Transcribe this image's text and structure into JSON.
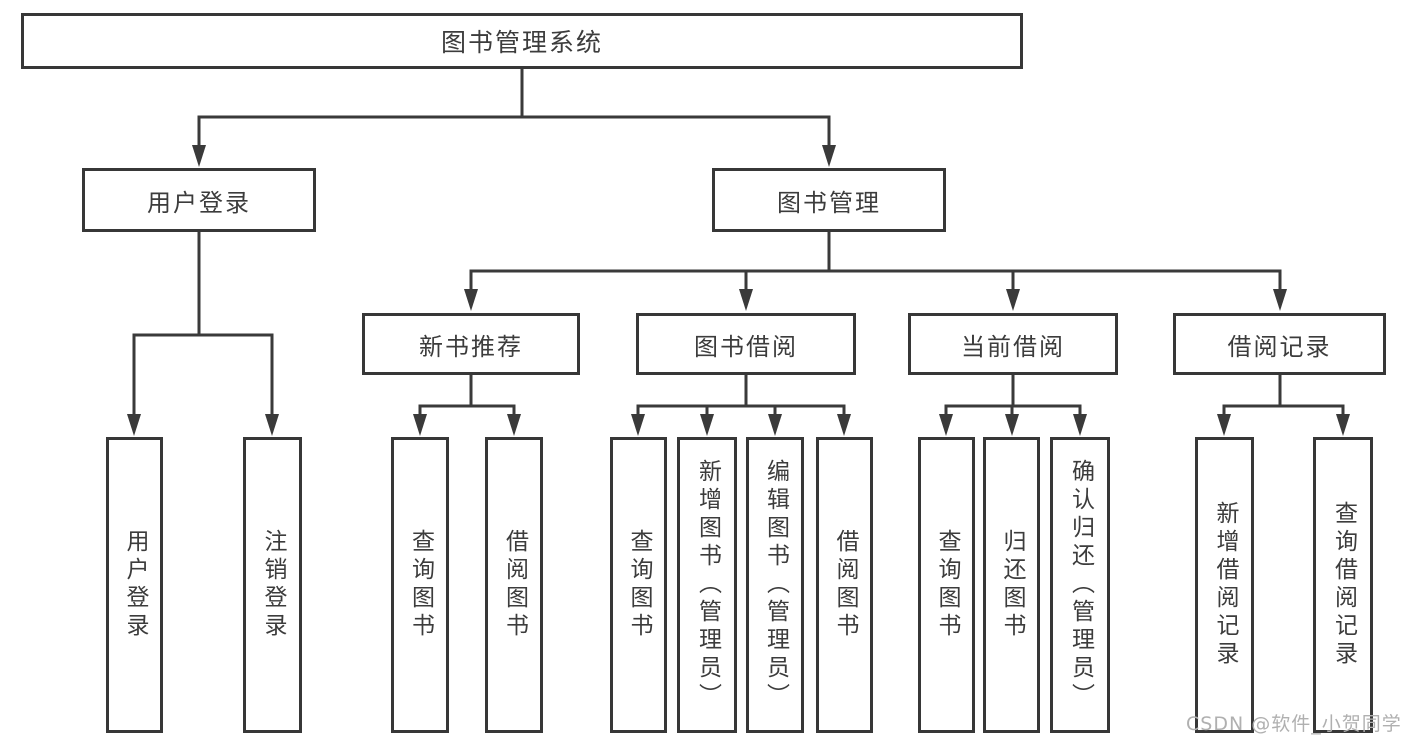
{
  "tree": {
    "root": "图书管理系统",
    "branches": [
      {
        "label": "用户登录",
        "children": [
          "用户登录",
          "注销登录"
        ]
      },
      {
        "label": "图书管理",
        "groups": [
          {
            "label": "新书推荐",
            "children": [
              "查询图书",
              "借阅图书"
            ]
          },
          {
            "label": "图书借阅",
            "children": [
              "查询图书",
              "新增图书（管理员）",
              "编辑图书（管理员）",
              "借阅图书"
            ]
          },
          {
            "label": "当前借阅",
            "children": [
              "查询图书",
              "归还图书",
              "确认归还（管理员）"
            ]
          },
          {
            "label": "借阅记录",
            "children": [
              "新增借阅记录",
              "查询借阅记录"
            ]
          }
        ]
      }
    ]
  },
  "watermark": "CSDN @软件_小贺同学",
  "colors": {
    "line": "#3a3a3a",
    "border": "#373737",
    "text": "#3c3c3c",
    "watermark": "#b0b0b0",
    "background": "#ffffff"
  }
}
